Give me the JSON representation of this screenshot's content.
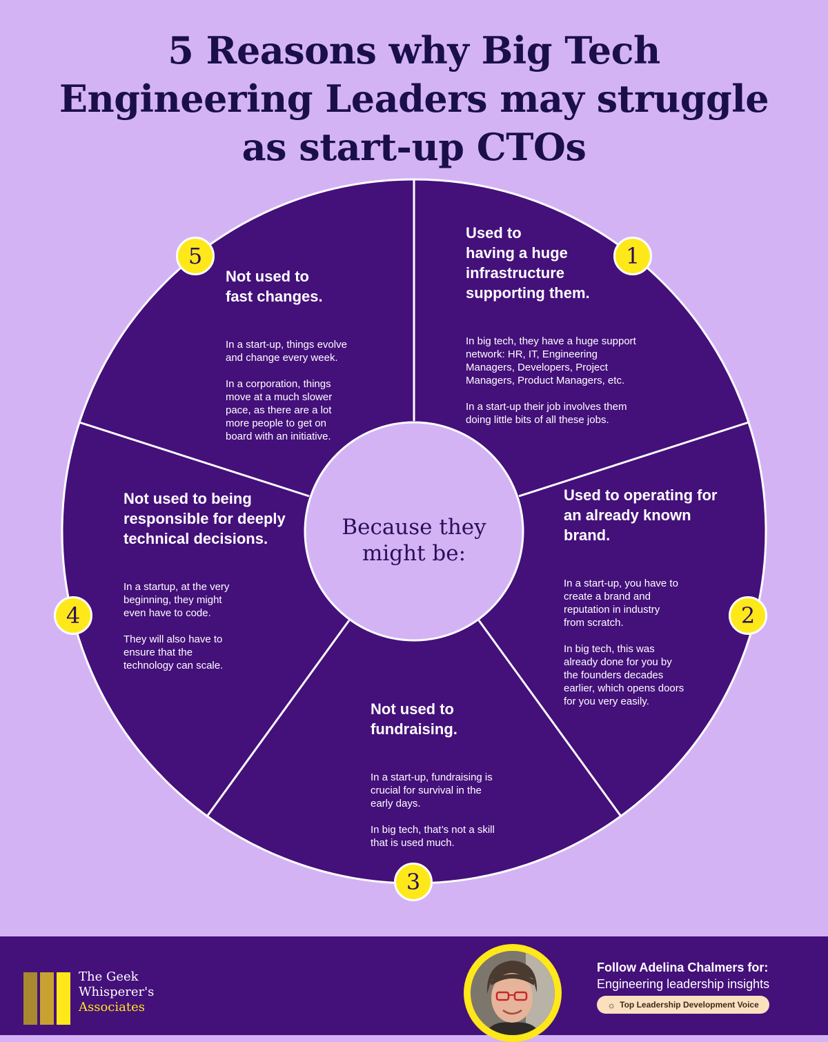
{
  "title": "5 Reasons why Big Tech\nEngineering Leaders may struggle\nas start-up CTOs",
  "center": "Because they\nmight be:",
  "colors": {
    "background": "#d4b3f5",
    "wheel": "#44107a",
    "badge": "#ffe81a",
    "footer": "#44107a"
  },
  "reasons": [
    {
      "number": "1",
      "heading": "Used to\nhaving a huge\ninfrastructure\nsupporting them.",
      "para1": "In big tech, they have a huge support\nnetwork: HR, IT, Engineering\nManagers, Developers, Project\nManagers, Product Managers, etc.",
      "para2": "In a start-up their job involves them\ndoing little bits of all these jobs."
    },
    {
      "number": "2",
      "heading": "Used to operating for\nan already known\nbrand.",
      "para1": "In a start-up, you have to\ncreate a brand and\nreputation in industry\nfrom scratch.",
      "para2": "In big tech, this was\nalready done for you by\nthe founders decades\nearlier, which opens doors\nfor you very easily."
    },
    {
      "number": "3",
      "heading": "Not used to\nfundraising.",
      "para1": "In a start-up, fundraising is\ncrucial for survival in the\nearly days.",
      "para2": "In big tech, that’s not a skill\nthat is used much."
    },
    {
      "number": "4",
      "heading": "Not used to being\nresponsible for deeply\ntechnical decisions.",
      "para1": "In a startup, at the very\nbeginning, they might\neven have to code.",
      "para2": "They will also have to\nensure that  the\ntechnology can scale."
    },
    {
      "number": "5",
      "heading": "Not used to\nfast changes.",
      "para1": "In a start-up, things evolve\nand change every week.",
      "para2": "In a corporation, things\nmove at a much slower\npace, as there are a lot\nmore people to get on\nboard with an initiative."
    }
  ],
  "footer": {
    "logo_line1": "The Geek",
    "logo_line2": "Whisperer's",
    "logo_line3": "Associates",
    "follow_line1": "Follow Adelina Chalmers for:",
    "follow_line2": "Engineering leadership insights",
    "badge_text": "Top Leadership Development Voice",
    "badge_icon": "sun-icon"
  }
}
